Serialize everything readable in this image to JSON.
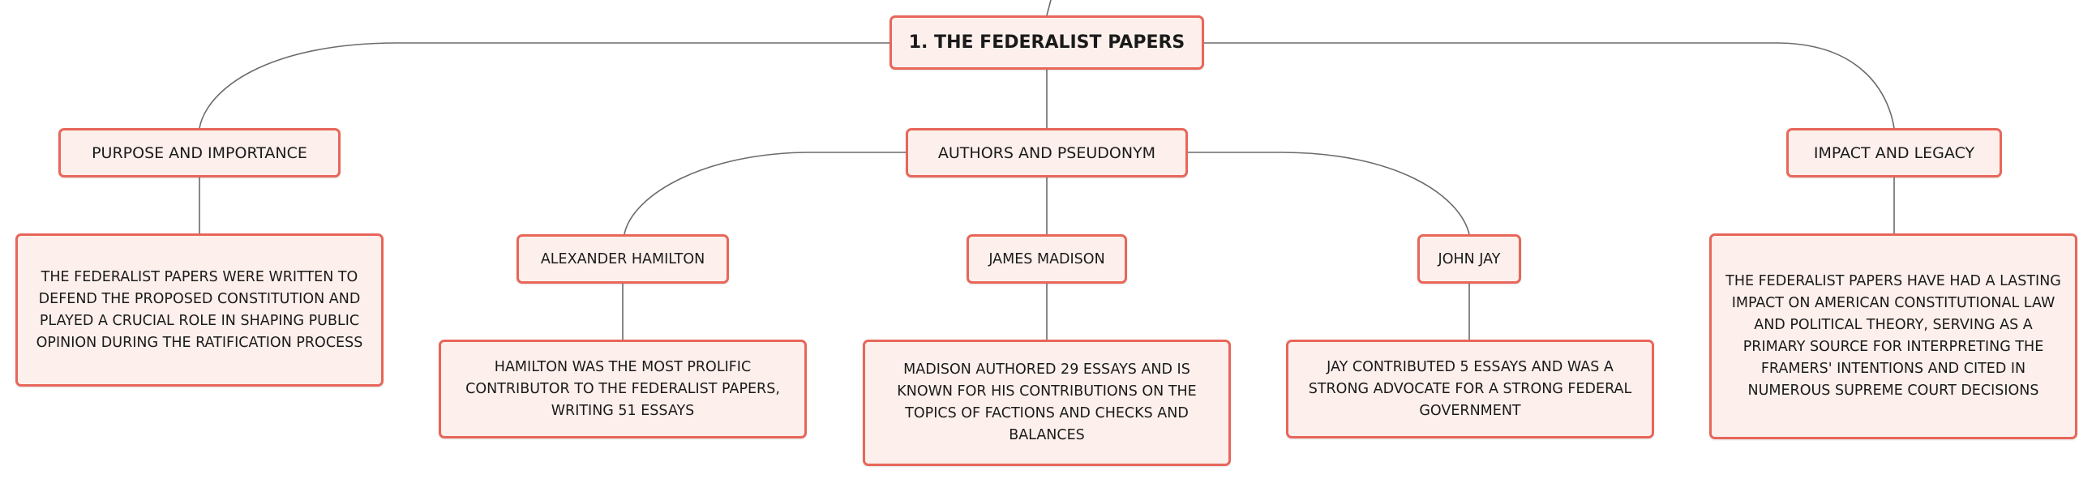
{
  "diagram": {
    "title": "1. THE FEDERALIST PAPERS",
    "branches": [
      {
        "label": "PURPOSE AND IMPORTANCE",
        "detail": "THE FEDERALIST PAPERS WERE WRITTEN TO DEFEND THE PROPOSED CONSTITUTION AND PLAYED A CRUCIAL ROLE IN SHAPING PUBLIC OPINION DURING THE RATIFICATION PROCESS"
      },
      {
        "label": "AUTHORS AND PSEUDONYM",
        "authors": [
          {
            "name": "ALEXANDER HAMILTON",
            "detail": "HAMILTON WAS THE MOST PROLIFIC CONTRIBUTOR TO THE FEDERALIST PAPERS, WRITING 51 ESSAYS"
          },
          {
            "name": "JAMES MADISON",
            "detail": "MADISON AUTHORED 29 ESSAYS AND IS KNOWN FOR HIS CONTRIBUTIONS ON THE TOPICS OF FACTIONS AND CHECKS AND BALANCES"
          },
          {
            "name": "JOHN JAY",
            "detail": "JAY CONTRIBUTED 5 ESSAYS AND WAS A STRONG ADVOCATE FOR A STRONG FEDERAL GOVERNMENT"
          }
        ]
      },
      {
        "label": "IMPACT AND LEGACY",
        "detail": "THE FEDERALIST PAPERS HAVE HAD A LASTING IMPACT ON AMERICAN CONSTITUTIONAL LAW AND POLITICAL THEORY, SERVING AS A PRIMARY SOURCE FOR INTERPRETING THE FRAMERS' INTENTIONS AND CITED IN NUMEROUS SUPREME COURT DECISIONS"
      }
    ],
    "colors": {
      "node_fill": "#fdf0ec",
      "node_border": "#e8665a",
      "connector": "#6b6b6b"
    }
  }
}
